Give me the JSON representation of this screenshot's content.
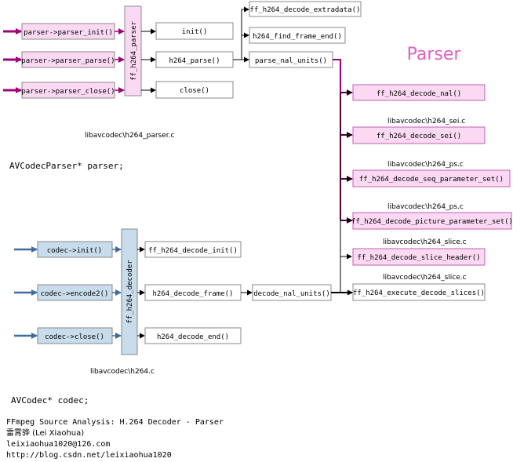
{
  "title": "Parser",
  "parser_section": {
    "callers": [
      "parser->parser_init()",
      "parser->parser_parse()",
      "parser->parser_close()"
    ],
    "bar_label": "ff_h264_parser",
    "funcs": [
      "init()",
      "h264_parse()",
      "close()"
    ],
    "extradata": "ff_h264_decode_extradata()",
    "find_frame_end": "h264_find_frame_end()",
    "parse_nal_units": "parse_nal_units()",
    "file_label": "libavcodec\\h264_parser.c",
    "struct_label": "AVCodecParser* parser;"
  },
  "decoder_section": {
    "callers": [
      "codec->init()",
      "codec->encode2()",
      "codec->close()"
    ],
    "bar_label": "ff_h264_decoder",
    "funcs": [
      "ff_h264_decode_init()",
      "h264_decode_frame()",
      "h264_decode_end()"
    ],
    "decode_nal_units": "decode_nal_units()",
    "file_label": "libavcodec\\h264.c",
    "struct_label": "AVCodec* codec;"
  },
  "right_column": [
    {
      "label": "ff_h264_decode_nal()",
      "file": ""
    },
    {
      "label": "ff_h264_decode_sei()",
      "file": "libavcodec\\h264_sei.c"
    },
    {
      "label": "ff_h264_decode_seq_parameter_set()",
      "file": "libavcodec\\h264_ps.c"
    },
    {
      "label": "ff_h264_decode_picture_parameter_set()",
      "file": "libavcodec\\h264_ps.c"
    },
    {
      "label": "ff_h264_decode_slice_header()",
      "file": "libavcodec\\h264_slice.c"
    },
    {
      "label": "ff_h264_execute_decode_slices()",
      "file": "libavcodec\\h264_slice.c"
    }
  ],
  "credits": [
    "FFmpeg Source Analysis: H.264 Decoder - Parser",
    "雷霄骅 (Lei Xiaohua)",
    "leixiaohua1020@126.com",
    "http://blog.csdn.net/leixiaohua1020"
  ],
  "colors": {
    "magenta": "#a0007a",
    "pink_fill": "#fcd9f3",
    "blue_fill": "#c8dcec",
    "blue_line": "#3b6e9e",
    "title_color": "#e060c0"
  }
}
